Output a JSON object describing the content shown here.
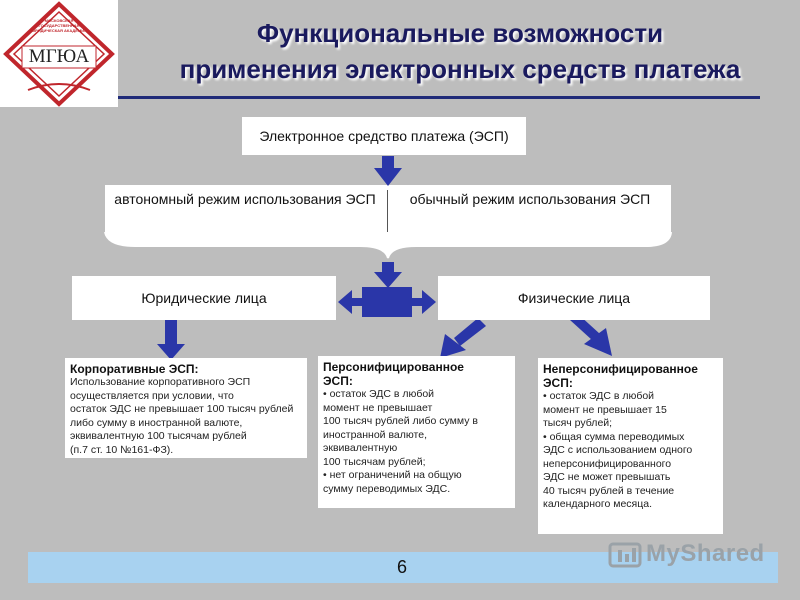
{
  "logo": {
    "text": "МГЮА",
    "small_text": "МОСКОВСКАЯ ГОСУДАРСТВЕННАЯ ЮРИДИЧЕСКАЯ АКАДЕМИЯ"
  },
  "title": {
    "line1": "Функциональные возможности",
    "line2": "применения электронных средств платежа"
  },
  "diagram": {
    "esp": "Электронное средство платежа (ЭСП)",
    "mode_autonomous": "автономный режим использования ЭСП",
    "mode_regular": "обычный режим использования ЭСП",
    "legal_entities": "Юридические лица",
    "individuals": "Физические лица"
  },
  "cards": {
    "corporate": {
      "heading": "Корпоративные ЭСП:",
      "lines": [
        "Использование корпоративного ЭСП",
        "осуществляется при условии, что",
        "остаток ЭДС не превышает 100 тысяч рублей",
        "либо сумму в иностранной валюте,",
        "эквивалентную 100 тысячам рублей",
        "(п.7 ст. 10 №161-ФЗ)."
      ]
    },
    "personal": {
      "heading_l1": "Персонифицированное",
      "heading_l2": "ЭСП:",
      "lines": [
        "• остаток ЭДС в любой",
        "момент не превышает",
        "100 тысяч рублей либо сумму в",
        "иностранной валюте,",
        "эквивалентную",
        "100 тысячам рублей;",
        "• нет ограничений на общую",
        "сумму переводимых ЭДС."
      ]
    },
    "nonpersonal": {
      "heading_l1": "Неперсонифицированное",
      "heading_l2": "ЭСП:",
      "lines": [
        "• остаток ЭДС в любой",
        "момент не превышает 15",
        "тысяч рублей;",
        "• общая сумма переводимых",
        "ЭДС с использованием одного",
        "неперсонифицированного",
        "ЭДС не может превышать",
        "40 тысяч рублей в течение",
        "календарного месяца."
      ]
    }
  },
  "footer": {
    "page_number": "6"
  },
  "watermark": {
    "text": "MyShared"
  },
  "colors": {
    "arrow": "#2a36a8",
    "title": "#1a1a5e",
    "footer": "#a8d2f0",
    "logo_red": "#c0262c"
  }
}
